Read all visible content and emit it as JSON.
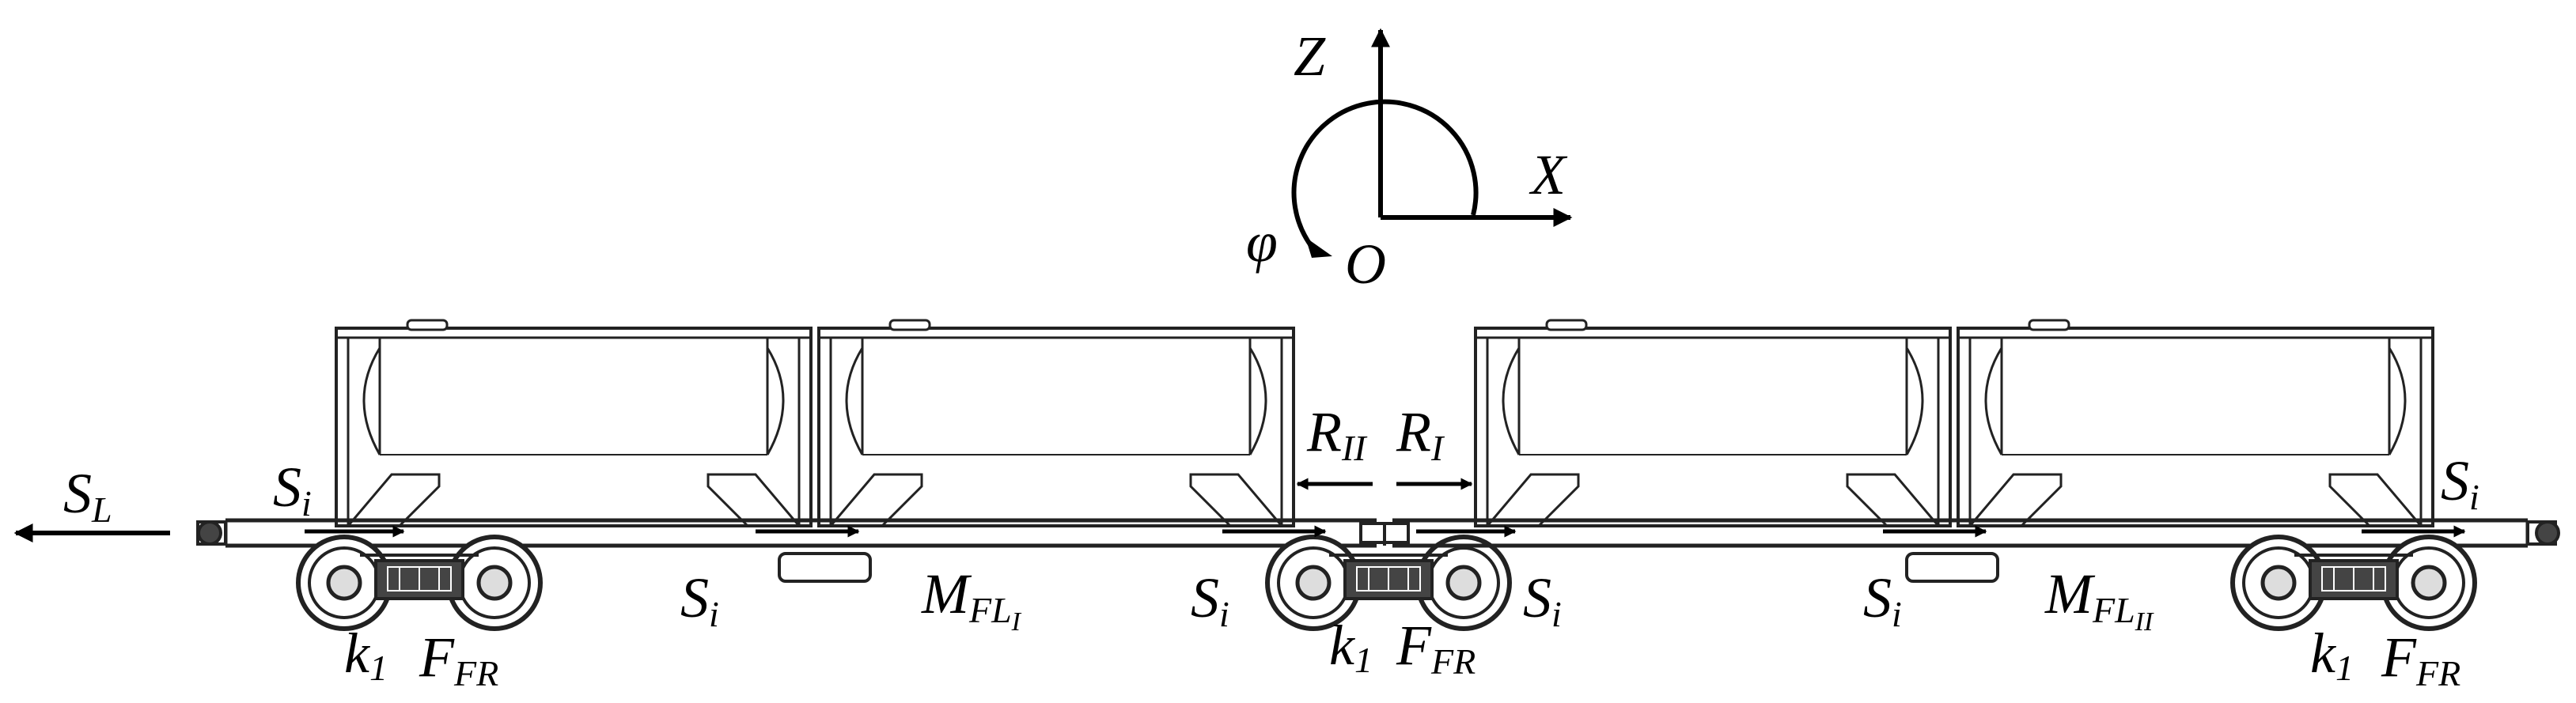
{
  "axes": {
    "z_label": "Z",
    "x_label": "X",
    "origin_label": "O",
    "rotation_label": "φ"
  },
  "labels": {
    "s_l": {
      "main": "S",
      "sub": "L"
    },
    "s_i": {
      "main": "S",
      "sub": "i"
    },
    "r_ii": {
      "main": "R",
      "sub": "II"
    },
    "r_i": {
      "main": "R",
      "sub": "I"
    },
    "m_fl_1": {
      "main": "M",
      "sub": "FL",
      "subsub": "I"
    },
    "m_fl_2": {
      "main": "M",
      "sub": "FL",
      "subsub": "II"
    },
    "k1": {
      "main": "k",
      "sub": "1"
    },
    "f_fr": {
      "main": "F",
      "sub": "FR"
    }
  },
  "colors": {
    "line": "#222222",
    "arrow": "#000000",
    "background": "#ffffff"
  }
}
